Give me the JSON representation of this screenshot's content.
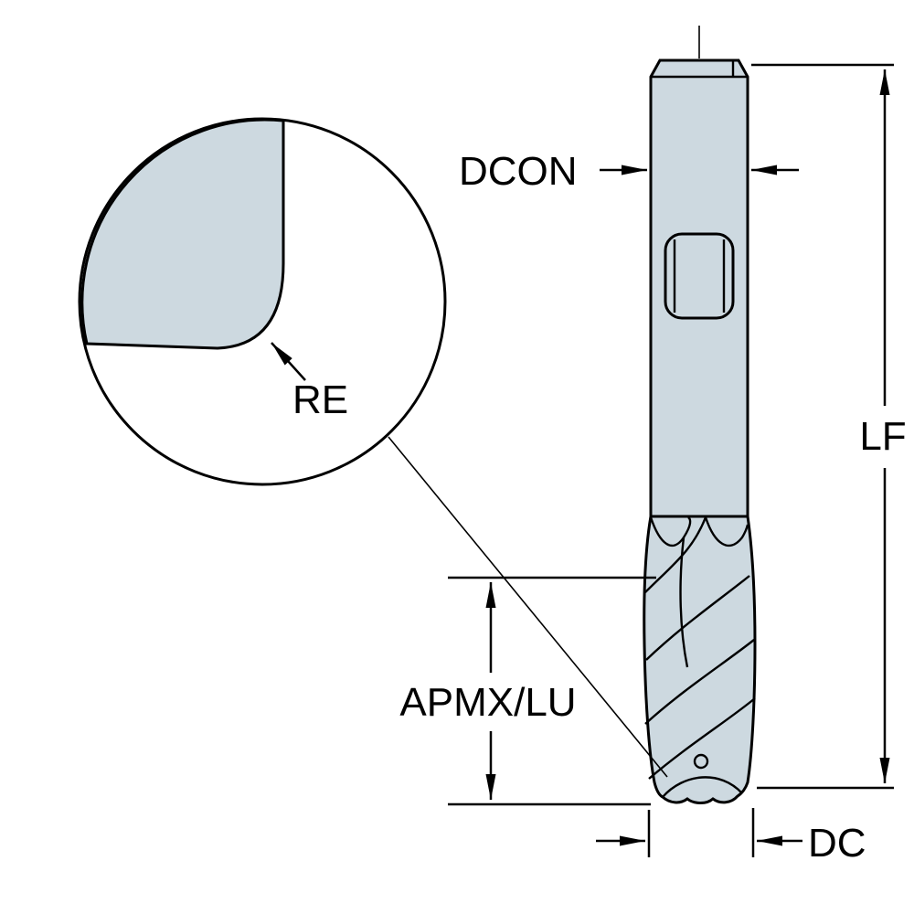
{
  "diagram": {
    "labels": {
      "dcon": "DCON",
      "lf": "LF",
      "apmx_lu": "APMX/LU",
      "dc": "DC",
      "re": "RE"
    },
    "colors": {
      "tool_fill": "#cdd9e0",
      "line": "#000000",
      "background": "#ffffff"
    }
  }
}
